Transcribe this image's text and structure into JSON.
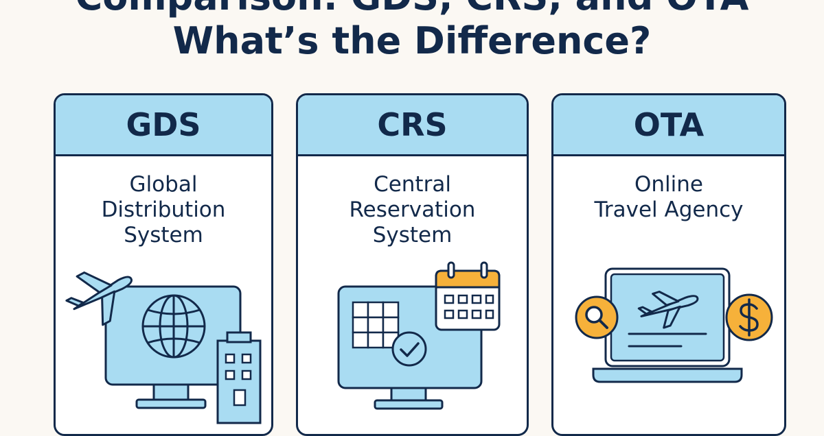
{
  "header": {
    "title_line1": "Comparison: GDS, CRS, and OTA",
    "title_line2": "What’s the Difference?"
  },
  "cards": [
    {
      "abbr": "GDS",
      "desc_lines": [
        "Global",
        "Distribution",
        "System"
      ],
      "icons": [
        "airplane-icon",
        "globe-icon",
        "monitor-icon",
        "building-icon"
      ]
    },
    {
      "abbr": "CRS",
      "desc_lines": [
        "Central",
        "Reservation",
        "System"
      ],
      "icons": [
        "calendar-icon",
        "grid-icon",
        "checkmark-icon",
        "monitor-icon"
      ]
    },
    {
      "abbr": "OTA",
      "desc_lines": [
        "Online",
        "Travel Agency"
      ],
      "icons": [
        "laptop-icon",
        "airplane-icon",
        "search-icon",
        "dollar-icon"
      ]
    }
  ],
  "colors": {
    "navy": "#12294a",
    "light_blue": "#a9dcf2",
    "orange": "#f6b13a",
    "background": "#fbf8f3"
  }
}
